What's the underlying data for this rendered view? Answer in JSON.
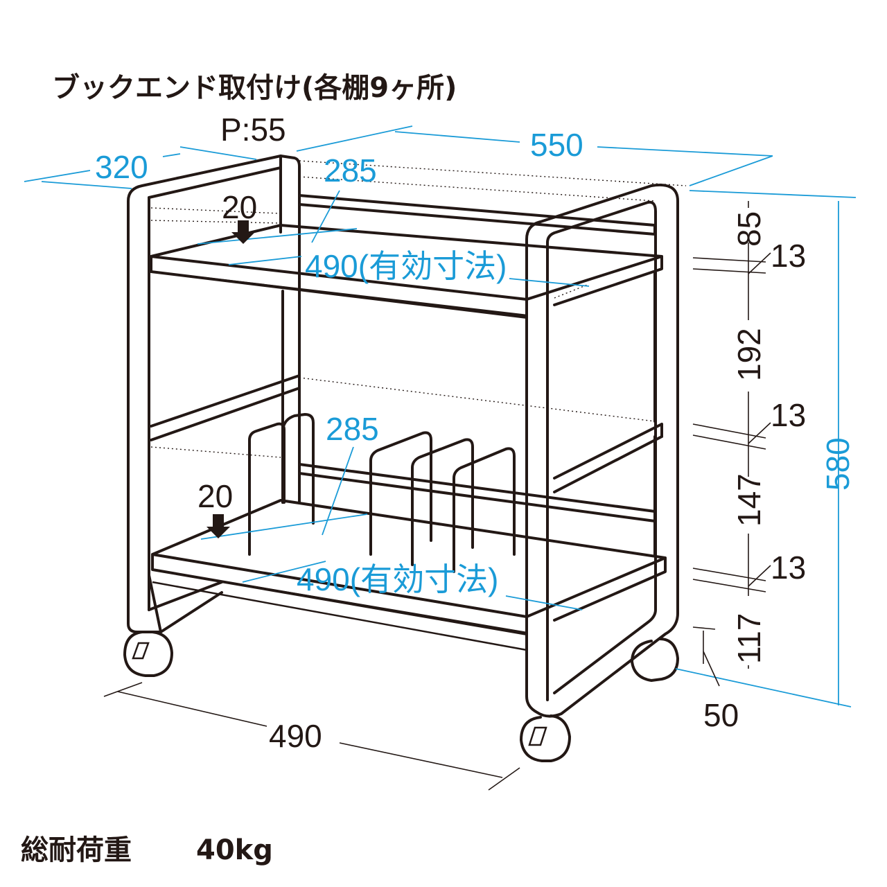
{
  "header": {
    "bookend_note": "ブックエンド取付け(各棚9ヶ所)",
    "pitch": "P:55"
  },
  "dimensions": {
    "width_top": "550",
    "depth": "320",
    "inner_depth_top": "285",
    "inner_depth_bottom": "285",
    "effective_top": "490(有効寸法)",
    "effective_bottom": "490(有効寸法)",
    "offset_top": "20",
    "offset_bottom": "20",
    "width_bottom": "490",
    "total_height": "580",
    "heights": [
      "85",
      "13",
      "192",
      "13",
      "147",
      "13",
      "117"
    ],
    "caster": "50"
  },
  "footer": {
    "load_label": "総耐荷重",
    "load_value": "40kg"
  },
  "colors": {
    "ink": "#231815",
    "accent": "#1a9bd7"
  }
}
